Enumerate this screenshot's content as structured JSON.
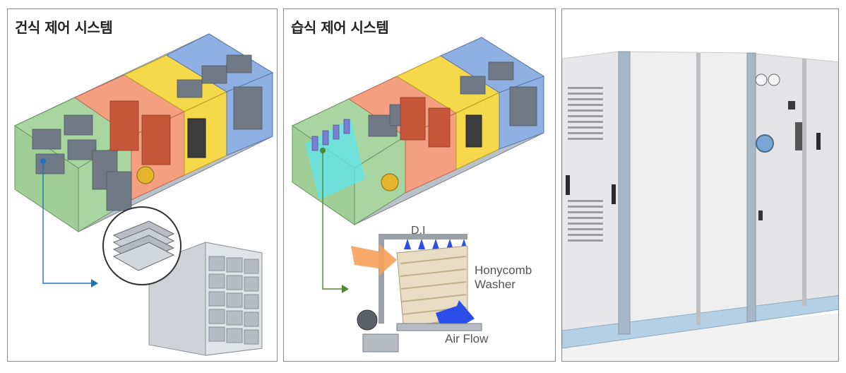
{
  "panels": [
    {
      "title": "건식 제어 시스템"
    },
    {
      "title": "습식 제어 시스템",
      "labels": {
        "di": "D.I",
        "honeycomb_1": "Honycomb",
        "honeycomb_2": "Washer",
        "airflow": "Air Flow"
      }
    },
    {
      "title": ""
    }
  ],
  "colors": {
    "green": "#a8d5a0",
    "salmon": "#f39f80",
    "yellow": "#f5d94a",
    "blue": "#8fb0e3",
    "dry_arrow": "#1e73be",
    "wet_arrow": "#4d8a2f",
    "airflow_arrow": "#2b4ee8",
    "intake_arrow": "#f6a15a"
  }
}
